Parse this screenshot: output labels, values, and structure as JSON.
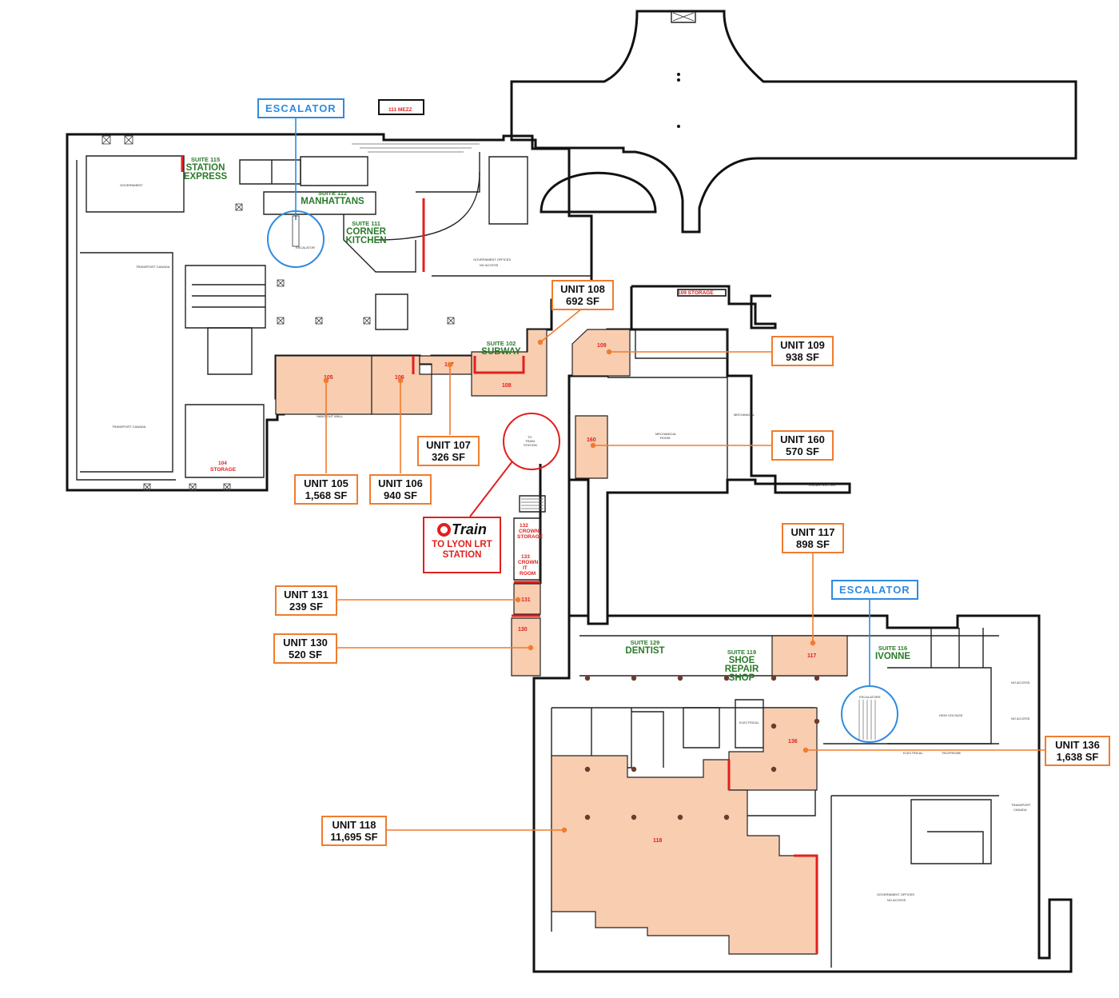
{
  "units": {
    "u108": {
      "name": "UNIT 108",
      "area": "692 SF",
      "num": "108"
    },
    "u109": {
      "name": "UNIT 109",
      "area": "938 SF",
      "num": "109"
    },
    "u160": {
      "name": "UNIT 160",
      "area": "570 SF",
      "num": "160"
    },
    "u107": {
      "name": "UNIT 107",
      "area": "326 SF",
      "num": "107"
    },
    "u105": {
      "name": "UNIT 105",
      "area": "1,568 SF",
      "num": "105"
    },
    "u106": {
      "name": "UNIT 106",
      "area": "940 SF",
      "num": "106"
    },
    "u117": {
      "name": "UNIT 117",
      "area": "898 SF",
      "num": "117"
    },
    "u131": {
      "name": "UNIT 131",
      "area": "239 SF",
      "num": "131"
    },
    "u130": {
      "name": "UNIT 130",
      "area": "520 SF",
      "num": "130"
    },
    "u136": {
      "name": "UNIT 136",
      "area": "1,638 SF",
      "num": "136"
    },
    "u118": {
      "name": "UNIT 118",
      "area": "11,695 SF",
      "num": "118"
    }
  },
  "escalators": {
    "north": "ESCALATOR",
    "south": "ESCALATOR"
  },
  "tenants": {
    "s115": {
      "suite": "SUITE 115",
      "name": "STATION EXPRESS"
    },
    "s112": {
      "suite": "SUITE 112",
      "name": "MANHATTANS"
    },
    "s111": {
      "suite": "SUITE 111",
      "name": "CORNER KITCHEN"
    },
    "s102": {
      "suite": "SUITE 102",
      "name": "SUBWAY"
    },
    "s129": {
      "suite": "SUITE 129",
      "name": "DENTIST"
    },
    "s119": {
      "suite": "SUITE 119",
      "name": "SHOE REPAIR SHOP"
    },
    "s116": {
      "suite": "SUITE 116",
      "name": "IVONNE"
    }
  },
  "red_labels": {
    "mezz": "111 MEZZ",
    "storage109": "109 STORAGE",
    "storage104_num": "104",
    "storage104": "STORAGE",
    "crown_storage": "132 CROWN STORAGE",
    "crown_it": "133 CROWN IT ROOM"
  },
  "otrain": {
    "brand": "Train",
    "destination": "TO LYON LRT STATION"
  },
  "colors": {
    "unit_fill": "#f8cdb0",
    "leader": "#f07c2e",
    "red": "#e1201e",
    "tenant": "#2a7a2a",
    "escalator": "#2f8be0"
  }
}
